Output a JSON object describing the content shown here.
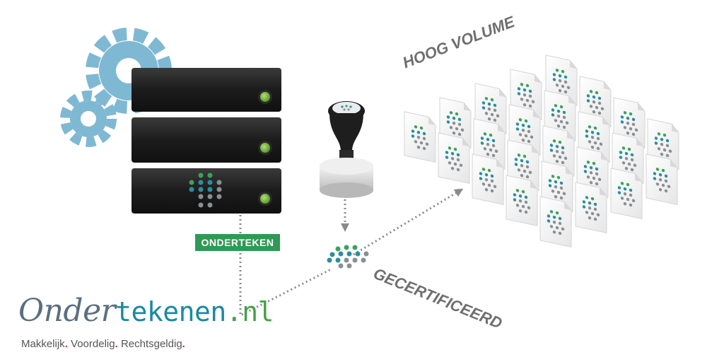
{
  "labels": {
    "sign_badge": "ONDERTEKEN",
    "high_volume": "HOOG VOLUME",
    "certified": "GECERTIFICEERD"
  },
  "logo": {
    "part_a": "Onder",
    "part_b": "tekenen",
    "part_c": ".nl"
  },
  "tagline": {
    "item_1": "Makkelijk",
    "item_2": "Voordelig",
    "item_3": "Rechtsgeldig",
    "separator": "."
  },
  "colors": {
    "gear": "#7fb8d3",
    "server": "#1f1f1f",
    "led": "#7bc043",
    "badge": "#2f9a55",
    "accent_red": "#e0312e",
    "dot_green": "#3aa35a",
    "dot_teal": "#2a8fa0",
    "dot_grey": "#8a8f94"
  },
  "icons": [
    "gear-icon",
    "server-icon",
    "stamp-icon",
    "document-icon",
    "seal-dots-icon"
  ]
}
